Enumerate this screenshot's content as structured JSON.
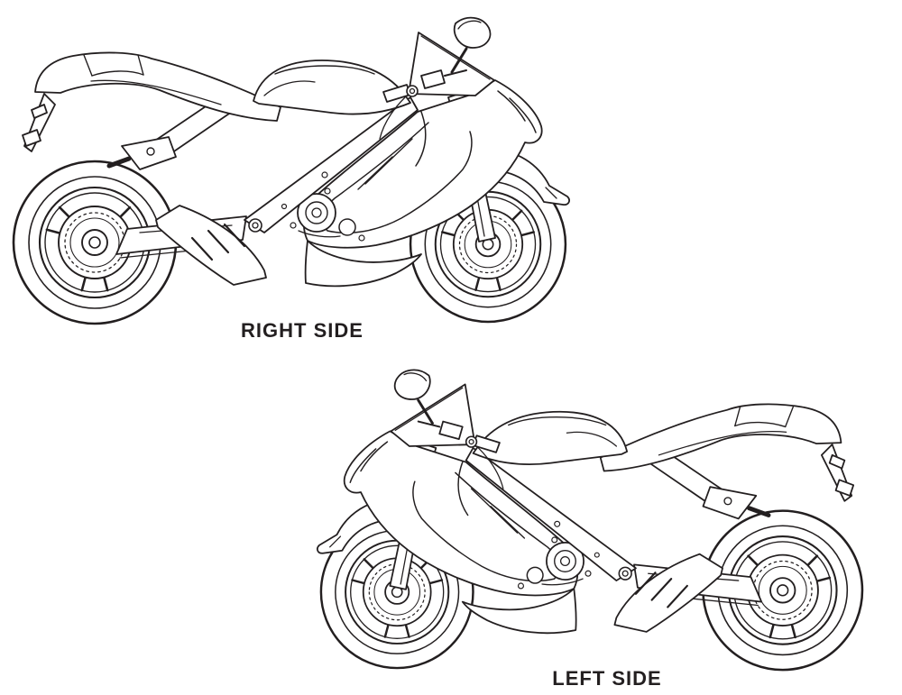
{
  "page": {
    "background_color": "#ffffff",
    "line_color": "#231f20",
    "description": "Motorcycle side-view line drawings"
  },
  "figures": [
    {
      "id": "right-side",
      "label": "RIGHT SIDE",
      "illustration": "sportbike-right-side-line-art",
      "facing": "right"
    },
    {
      "id": "left-side",
      "label": "LEFT SIDE",
      "illustration": "sportbike-left-side-line-art",
      "facing": "left"
    }
  ]
}
